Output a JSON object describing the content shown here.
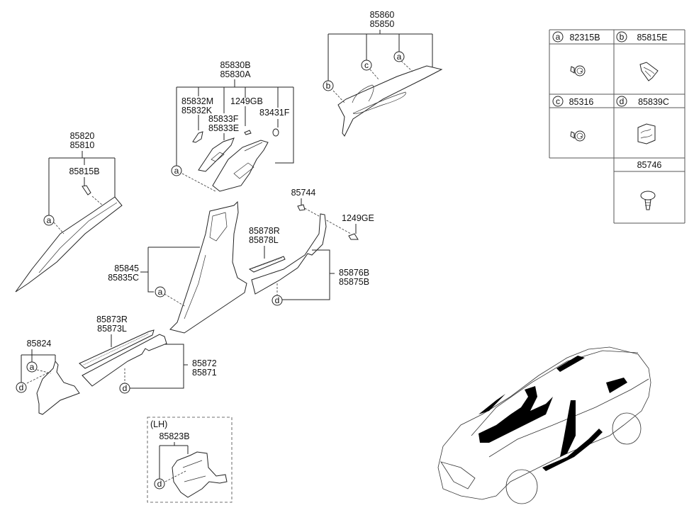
{
  "diagram": {
    "title": "Interior Side Trim Parts Diagram",
    "groups": [
      {
        "id": "a-pillar",
        "parts": [
          "85820",
          "85810"
        ],
        "sub_parts": [
          "85815B"
        ],
        "callouts": [
          "a"
        ]
      },
      {
        "id": "b-pillar-upper",
        "parts": [
          "85830B",
          "85830A"
        ],
        "sub_parts": [
          "85832M",
          "85832K",
          "85833F",
          "85833E",
          "1249GB",
          "83431F"
        ],
        "callouts": [
          "a"
        ]
      },
      {
        "id": "c-pillar",
        "parts": [
          "85860",
          "85850"
        ],
        "callouts": [
          "b",
          "c",
          "a"
        ]
      },
      {
        "id": "b-pillar-lower",
        "parts": [
          "85845",
          "85835C"
        ],
        "callouts": [
          "a"
        ]
      },
      {
        "id": "rear-scuff",
        "parts": [
          "85876B",
          "85875B"
        ],
        "sub_parts": [
          "85744",
          "1249GE",
          "85878R",
          "85878L"
        ],
        "callouts": [
          "d"
        ]
      },
      {
        "id": "front-scuff",
        "parts": [
          "85872",
          "85871"
        ],
        "sub_parts": [
          "85873R",
          "85873L"
        ],
        "callouts": [
          "d"
        ]
      },
      {
        "id": "cowl-side",
        "parts": [
          "85824"
        ],
        "callouts": [
          "a",
          "d"
        ]
      },
      {
        "id": "cowl-side-lh",
        "qualifier": "(LH)",
        "parts": [
          "85823B"
        ],
        "callouts": [
          "d"
        ]
      }
    ],
    "labels": {
      "c_pillar_1": "85860",
      "c_pillar_2": "85850",
      "b_upper_1": "85830B",
      "b_upper_2": "85830A",
      "b_clip_1": "85832M",
      "b_clip_2": "85832K",
      "b_cover_1": "85833F",
      "b_cover_2": "85833E",
      "b_screw": "1249GB",
      "b_cap": "83431F",
      "a_pillar_1": "85820",
      "a_pillar_2": "85810",
      "a_clip": "85815B",
      "b_lower_1": "85845",
      "b_lower_2": "85835C",
      "rear_clip": "85744",
      "rear_screw": "1249GE",
      "rear_plate_1": "85878R",
      "rear_plate_2": "85878L",
      "rear_scuff_1": "85876B",
      "rear_scuff_2": "85875B",
      "front_plate_1": "85873R",
      "front_plate_2": "85873L",
      "front_scuff_1": "85872",
      "front_scuff_2": "85871",
      "cowl": "85824",
      "lh_qualifier": "(LH)",
      "lh_cowl": "85823B"
    },
    "callouts": {
      "a": "a",
      "b": "b",
      "c": "c",
      "d": "d"
    }
  },
  "legend_table": {
    "cells": [
      {
        "key": "a",
        "part": "82315B",
        "icon": "push-pin-clip-icon"
      },
      {
        "key": "b",
        "part": "85815E",
        "icon": "metal-clip-icon"
      },
      {
        "key": "c",
        "part": "85316",
        "icon": "push-pin-clip-icon"
      },
      {
        "key": "d",
        "part": "85839C",
        "icon": "retainer-clip-icon"
      },
      {
        "key": "",
        "part": "85746",
        "icon": "tree-fastener-icon"
      }
    ]
  },
  "locator_view": {
    "description": "vehicle locator illustration with highlighted trim areas",
    "highlight_color": "#000000"
  }
}
